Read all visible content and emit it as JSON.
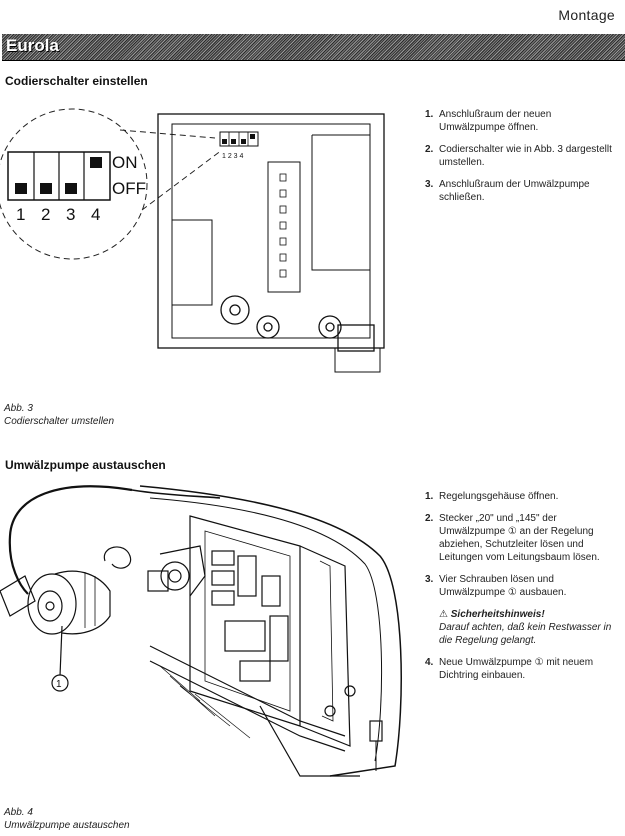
{
  "header": {
    "section": "Montage"
  },
  "banner": {
    "title": "Eurola"
  },
  "section1": {
    "title": "Codierschalter einstellen",
    "figure": {
      "switch_on": "ON",
      "switch_off": "OFF",
      "switch_numbers": [
        "1",
        "2",
        "3",
        "4"
      ],
      "small_numbers": "1 2 3 4"
    },
    "steps": [
      {
        "num": "1.",
        "text": "Anschlußraum der neuen Umwälzpumpe öffnen."
      },
      {
        "num": "2.",
        "text": "Codierschalter wie in Abb. 3 dargestellt umstellen."
      },
      {
        "num": "3.",
        "text": "Anschlußraum der Umwälzpumpe schließen."
      }
    ],
    "caption": {
      "fig": "Abb. 3",
      "text": "Codierschalter umstellen"
    }
  },
  "section2": {
    "title": "Umwälzpumpe austauschen",
    "figure": {
      "callout": "1"
    },
    "steps": [
      {
        "num": "1.",
        "text": "Regelungsgehäuse öffnen."
      },
      {
        "num": "2.",
        "text": "Stecker „20\" und „145\" der Umwälzpumpe ① an der Regelung abziehen, Schutzleiter lösen und Leitungen vom Leitungsbaum lösen."
      },
      {
        "num": "3.",
        "text": "Vier Schrauben lösen und Umwälzpumpe ① ausbauen."
      },
      {
        "num": "4.",
        "text": "Neue Umwälzpumpe ① mit neuem Dichtring einbauen."
      }
    ],
    "warning": {
      "title": "Sicherheitshinweis!",
      "text": "Darauf achten, daß kein Restwasser in die Regelung gelangt."
    },
    "caption": {
      "fig": "Abb. 4",
      "text": "Umwälzpumpe austauschen"
    }
  }
}
